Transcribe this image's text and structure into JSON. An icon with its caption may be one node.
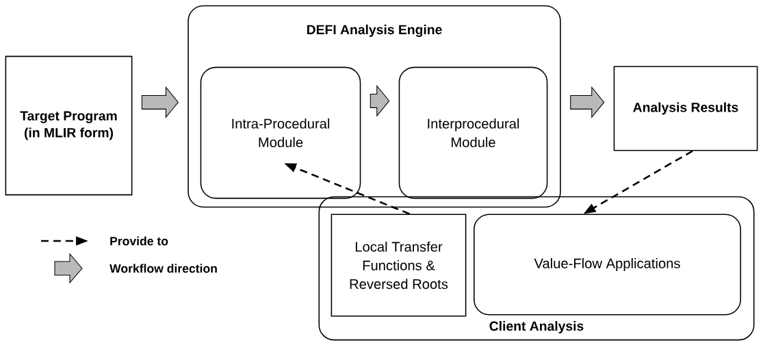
{
  "diagram": {
    "nodes": [
      {
        "text": [
          "Target Program (in MLIR form)"
        ]
      },
      {
        "text": [
          "DEFI Analysis Engine"
        ]
      },
      {
        "text": [
          "Intra-Procedural Module"
        ],
        "in": 1
      },
      {
        "text": [
          "Interprocedural Module"
        ],
        "in": 1
      },
      {
        "text": [
          "Analysis Results"
        ]
      },
      {
        "text": [
          "Client Analysis"
        ]
      },
      {
        "text": [
          "Local Transfer Functions & Reversed Roots"
        ],
        "in": 5
      },
      {
        "text": [
          "Value-Flow Applications"
        ],
        "in": 5
      }
    ],
    "edges": [
      {
        "from": 0,
        "to": 1,
        "arrow": "to"
      },
      {
        "from": 2,
        "to": 3,
        "arrow": "to"
      },
      {
        "from": 1,
        "to": 4,
        "arrow": "to"
      },
      {
        "from": 4,
        "to": 7,
        "arrow": "to",
        "style": "dashed"
      },
      {
        "from": 6,
        "to": 2,
        "arrow": "to",
        "style": "dashed"
      }
    ],
    "legend": [
      {
        "text": "Provide to"
      },
      {
        "text": "Workflow direction"
      }
    ]
  }
}
